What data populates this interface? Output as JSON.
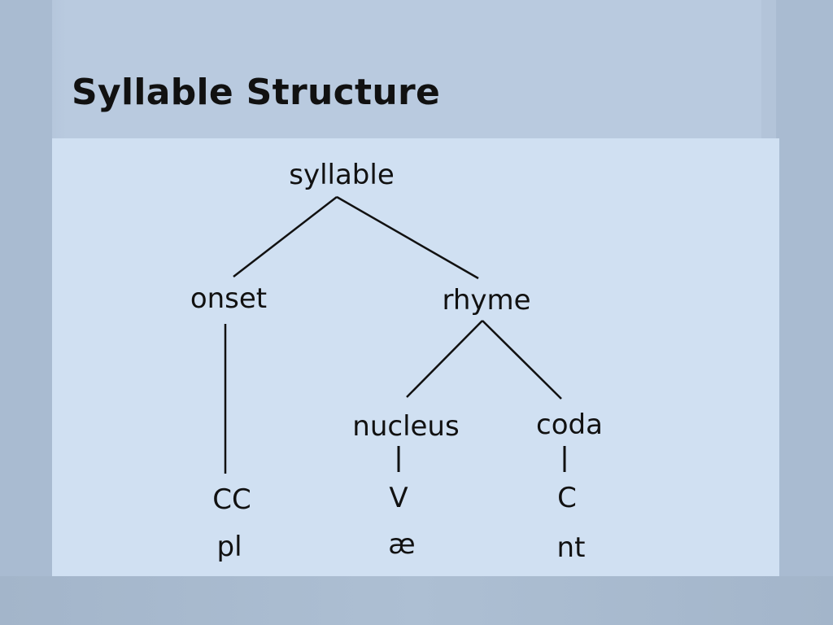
{
  "slide": {
    "title": "Syllable Structure"
  },
  "tree": {
    "root": "syllable",
    "onset": "onset",
    "rhyme": "rhyme",
    "nucleus": "nucleus",
    "coda": "coda",
    "onset_slot": "CC",
    "nucleus_slot": "V",
    "coda_slot": "C",
    "onset_segment": "pl",
    "nucleus_segment": "æ",
    "coda_segment": "nt"
  }
}
